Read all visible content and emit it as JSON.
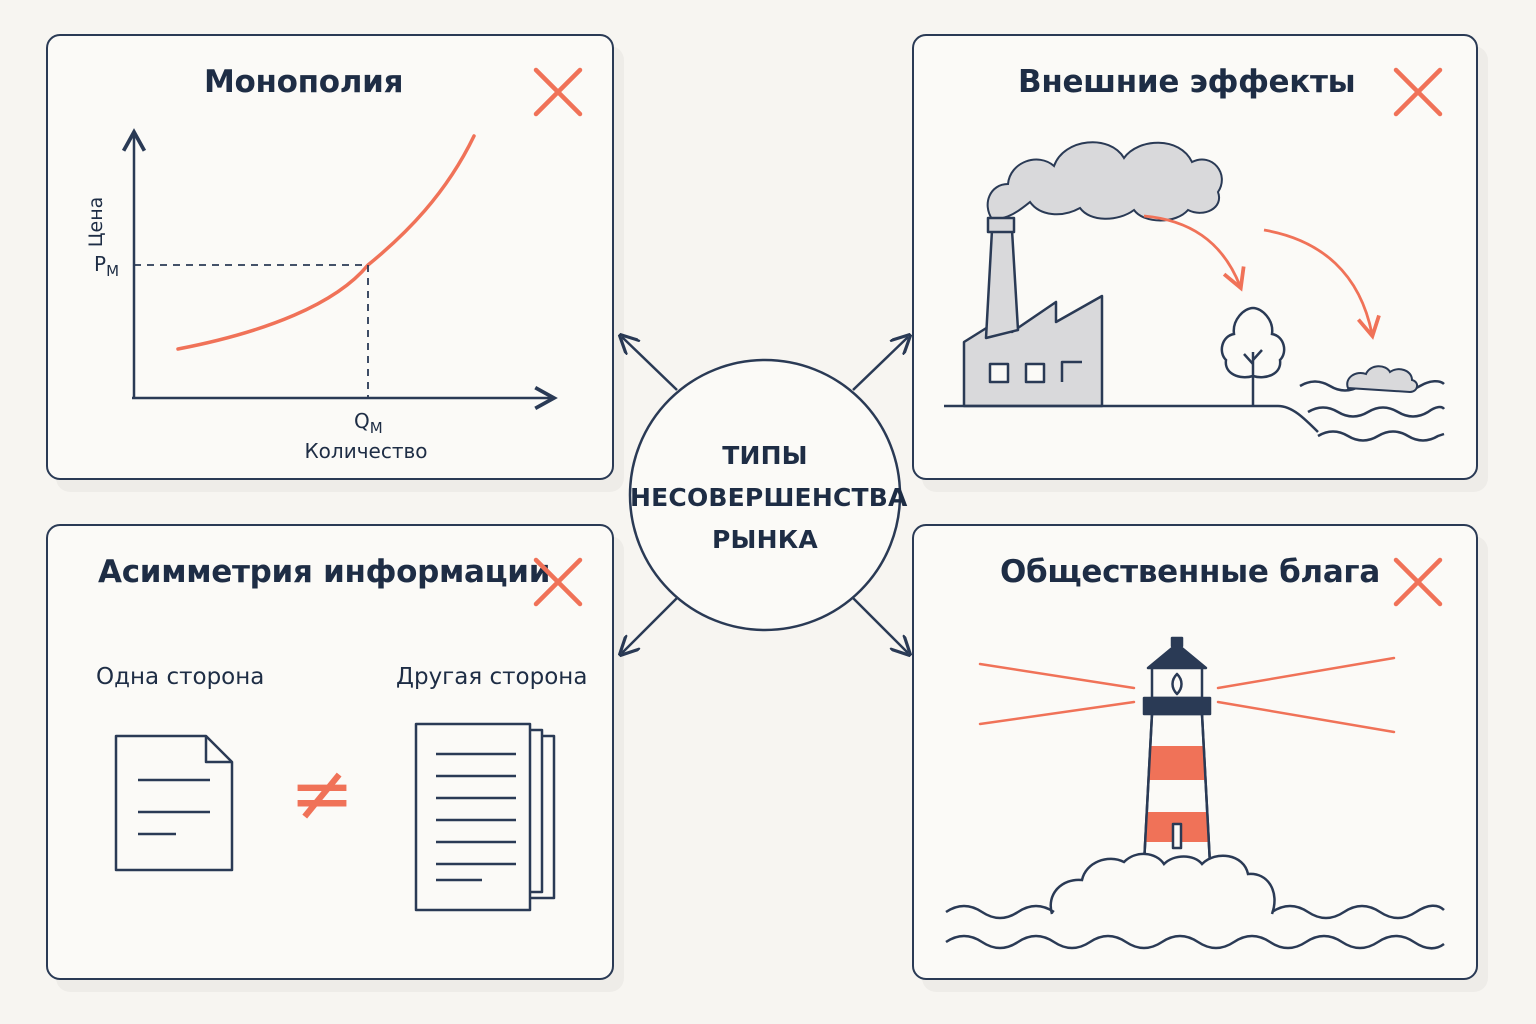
{
  "center": {
    "lines": [
      "ТИПЫ",
      "НЕСОВЕРШЕНСТВА",
      "РЫНКА"
    ]
  },
  "cards": {
    "monopoly": {
      "title": "Монополия",
      "y_axis_label": "Цена",
      "price_label": "P",
      "price_sub": "М",
      "qty_label": "Q",
      "qty_sub": "М",
      "x_axis_label": "Количество"
    },
    "externalities": {
      "title": "Внешние эффекты"
    },
    "info_asymmetry": {
      "title": "Асимметрия информации",
      "left_label": "Одна сторона",
      "right_label": "Другая сторона",
      "relation": "≠"
    },
    "public_goods": {
      "title": "Общественные блага"
    }
  },
  "colors": {
    "navy": "#2a3a55",
    "accent": "#f07258",
    "smoke": "#d9d9db",
    "background": "#f7f5f1"
  }
}
